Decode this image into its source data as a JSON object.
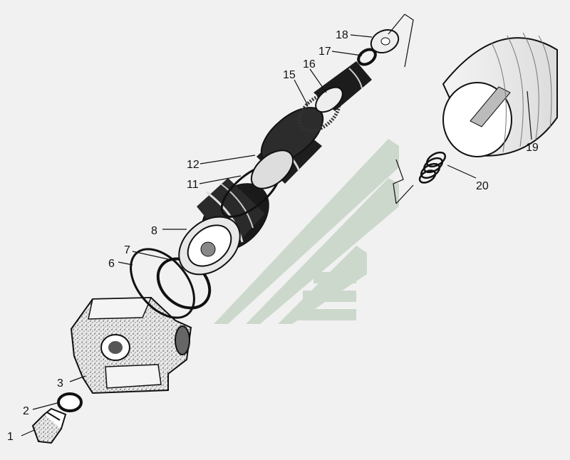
{
  "diagram": {
    "part_numbers": [
      "1",
      "2",
      "3",
      "6",
      "7",
      "8",
      "11",
      "12",
      "15",
      "16",
      "17",
      "18",
      "19",
      "20"
    ]
  },
  "colors": {
    "background": "#f1f1f1",
    "watermark": "#cdd8cd",
    "ink": "#111111"
  }
}
